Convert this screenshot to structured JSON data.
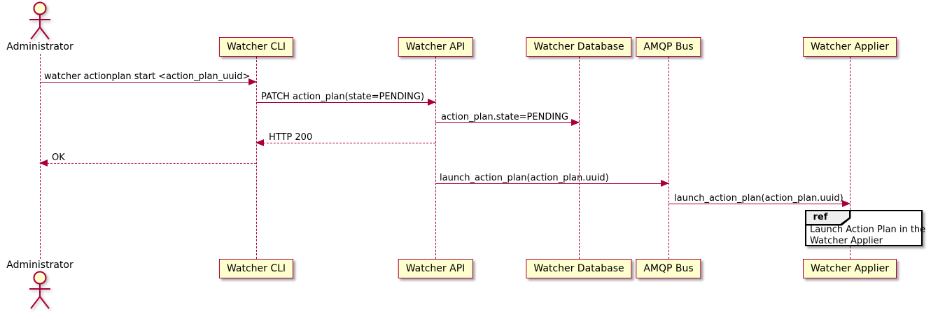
{
  "diagram": {
    "type": "uml-sequence",
    "actor": {
      "name": "Administrator"
    },
    "participants": [
      {
        "label": "Watcher CLI"
      },
      {
        "label": "Watcher API"
      },
      {
        "label": "Watcher Database"
      },
      {
        "label": "AMQP Bus"
      },
      {
        "label": "Watcher Applier"
      }
    ],
    "messages": [
      {
        "from": "Administrator",
        "to": "Watcher CLI",
        "style": "solid",
        "label": "watcher actionplan start <action_plan_uuid>"
      },
      {
        "from": "Watcher CLI",
        "to": "Watcher API",
        "style": "solid",
        "label": "PATCH action_plan(state=PENDING)"
      },
      {
        "from": "Watcher API",
        "to": "Watcher Database",
        "style": "solid",
        "label": "action_plan.state=PENDING"
      },
      {
        "from": "Watcher API",
        "to": "Watcher CLI",
        "style": "dashed",
        "label": "HTTP 200"
      },
      {
        "from": "Watcher CLI",
        "to": "Administrator",
        "style": "dashed",
        "label": "OK"
      },
      {
        "from": "Watcher API",
        "to": "AMQP Bus",
        "style": "solid",
        "label": "launch_action_plan(action_plan.uuid)"
      },
      {
        "from": "AMQP Bus",
        "to": "Watcher Applier",
        "style": "solid",
        "label": "launch_action_plan(action_plan.uuid)"
      }
    ],
    "ref": {
      "keyword": "ref",
      "over": "Watcher Applier",
      "line1": "Launch Action Plan in the",
      "line2": "Watcher Applier"
    },
    "colors": {
      "participant_fill": "#FEFECE",
      "participant_border": "#A80036",
      "line": "#A80036",
      "text": "#000000",
      "ref_header_fill": "#EEEEEE",
      "ref_border": "#000000"
    }
  }
}
